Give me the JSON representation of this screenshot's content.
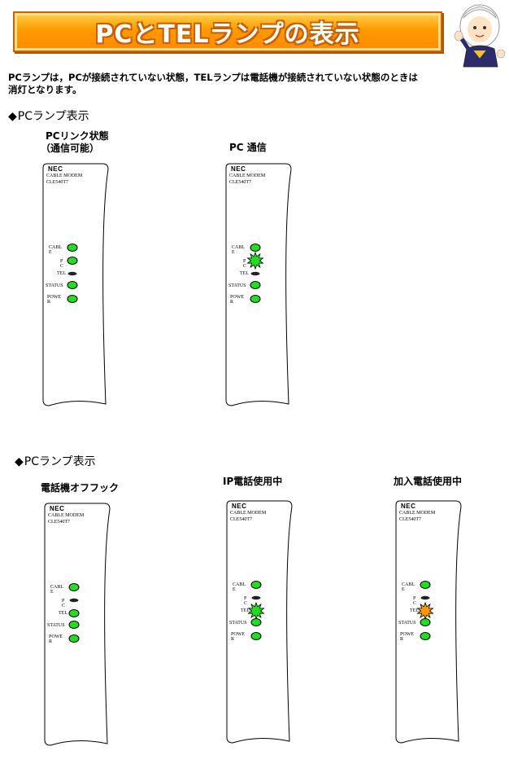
{
  "page": {
    "title": "PCとTELランプの表示",
    "intro_line1": "PCランプは，PCが接続されていない状態，TELランプは電話機が接続されていない状態のときは",
    "intro_line2": "消灯となります。"
  },
  "sections": [
    {
      "heading": "PCランプ表示",
      "panels": [
        {
          "caption_line1": "PCリンク状態",
          "caption_line2": "（通信可能）",
          "lamps": [
            "on",
            "on",
            "off",
            "on",
            "on"
          ]
        },
        {
          "caption_line1": "PC 通信",
          "caption_line2": "",
          "lamps": [
            "on",
            "blink-green",
            "off",
            "on",
            "on"
          ]
        }
      ]
    },
    {
      "heading": "PCランプ表示",
      "panels": [
        {
          "caption_line1": "電話機オフフック",
          "caption_line2": "",
          "lamps": [
            "on",
            "off",
            "on",
            "on",
            "on"
          ]
        },
        {
          "caption_line1": "IP電話使用中",
          "caption_line2": "",
          "lamps": [
            "on",
            "off",
            "blink-green",
            "on",
            "on"
          ]
        },
        {
          "caption_line1": "加入電話使用中",
          "caption_line2": "",
          "lamps": [
            "on",
            "off",
            "blink-orange",
            "on",
            "on"
          ]
        }
      ]
    }
  ],
  "device": {
    "brand": "NEC",
    "model_line1": "CABLE MODEM",
    "model_line2": "CLE540T7",
    "lamp_labels": [
      {
        "line1": "CABL",
        "line2": "E"
      },
      {
        "line1": "P",
        "line2": "C"
      },
      {
        "line1": "TEL",
        "line2": ""
      },
      {
        "line1": "STATUS",
        "line2": ""
      },
      {
        "line1": "POWE",
        "line2": "R"
      }
    ]
  },
  "colors": {
    "lamp_on": "#22dd22",
    "lamp_blink_orange": "#ff9900",
    "lamp_off": "#222222",
    "banner_orange": "#ff9a00"
  }
}
